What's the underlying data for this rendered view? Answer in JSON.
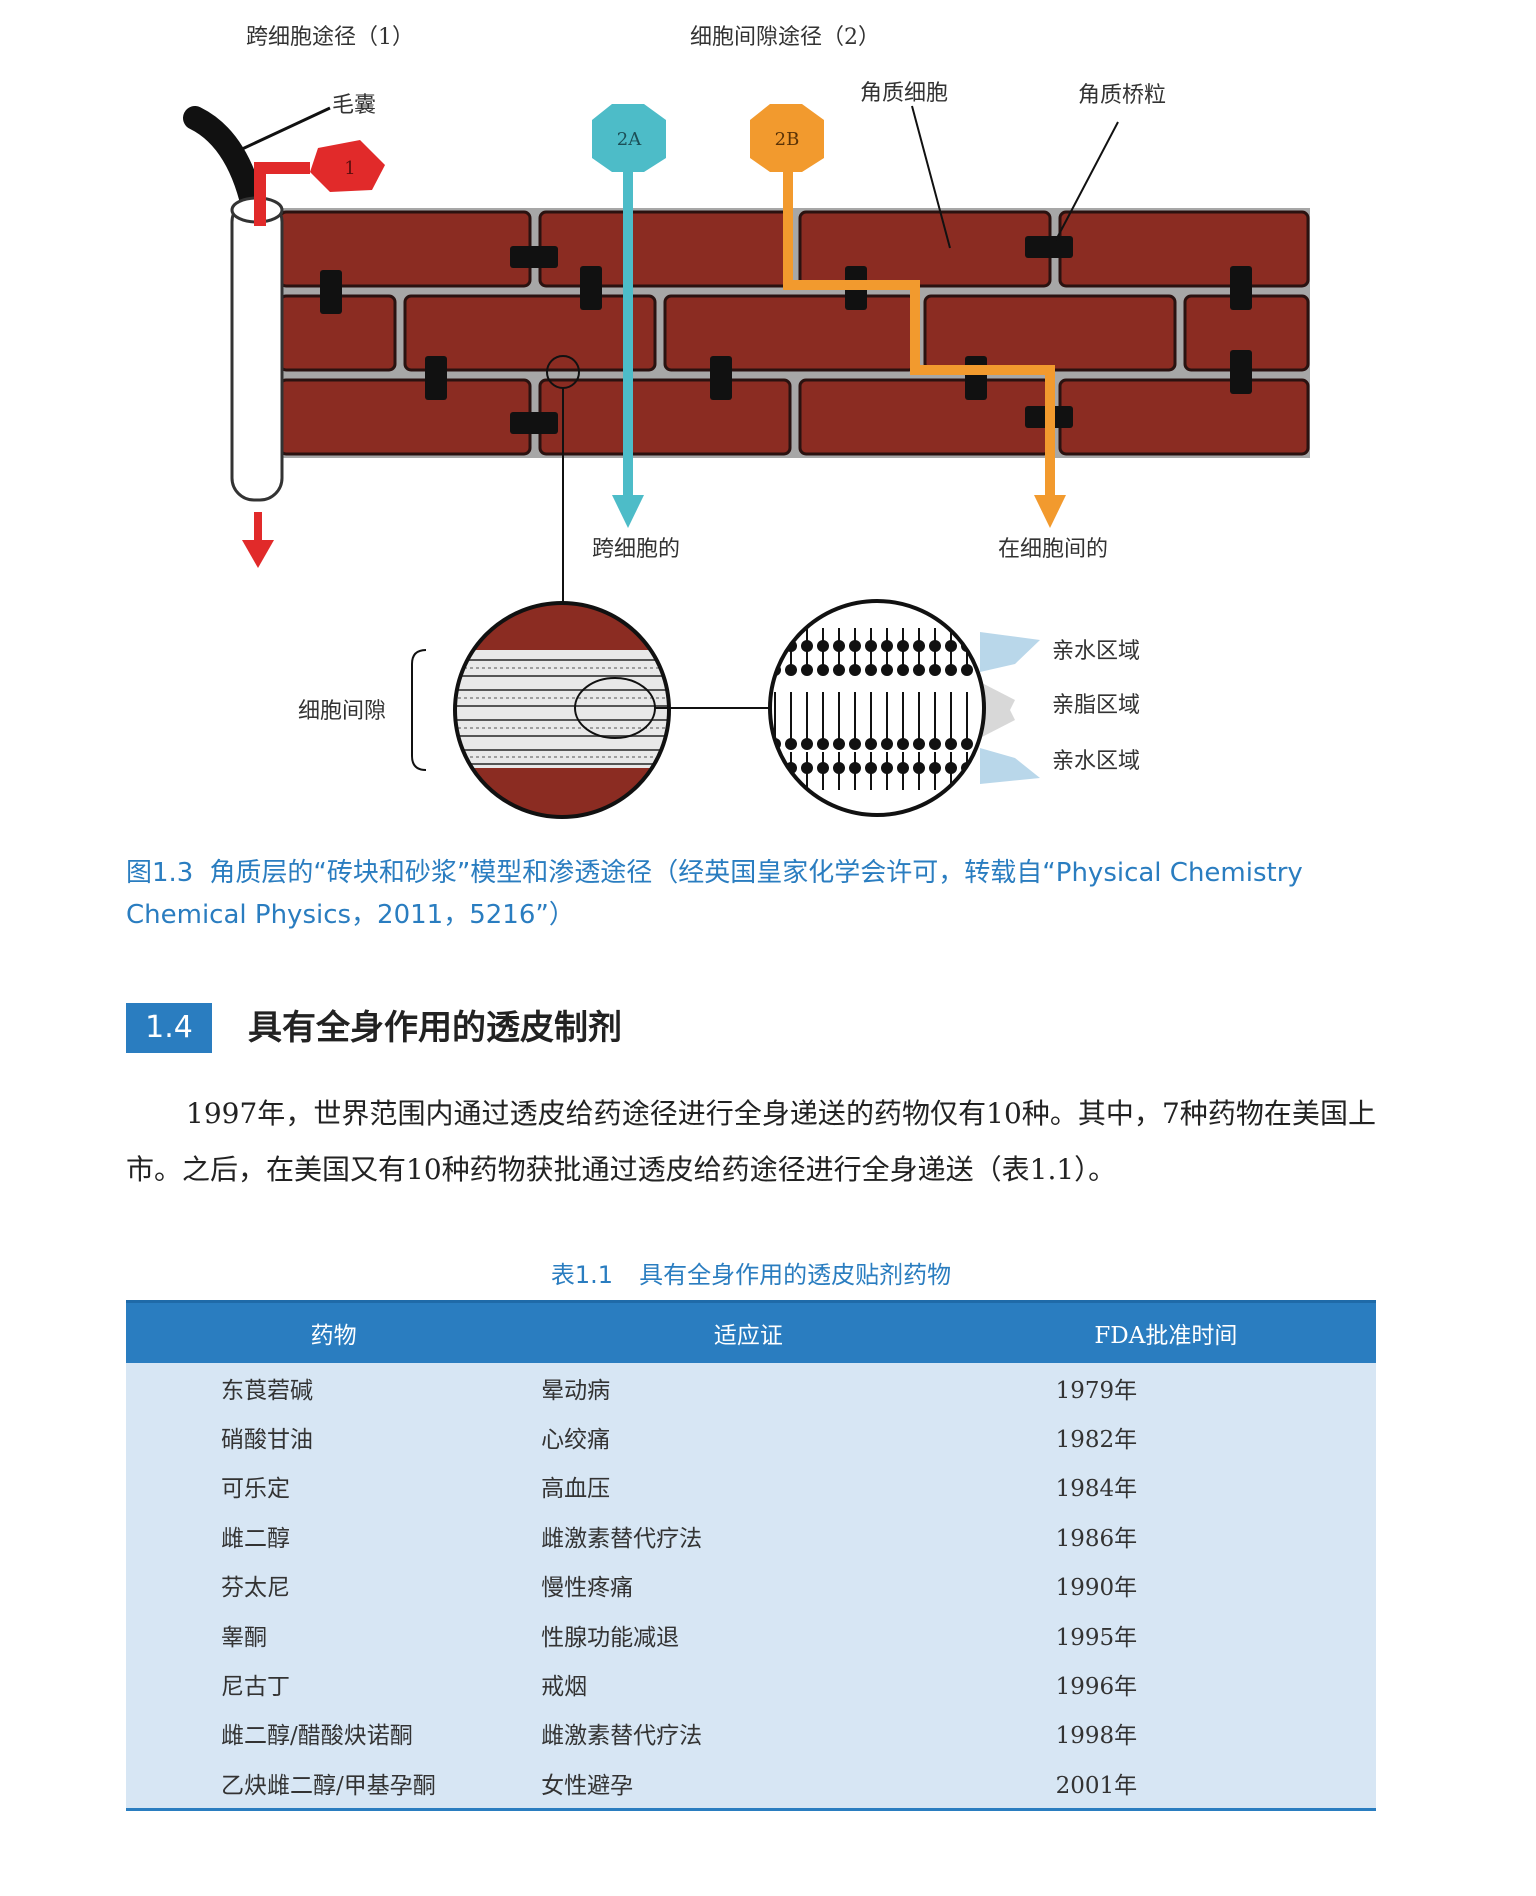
{
  "figure": {
    "top_labels": {
      "transcellular_route": "跨细胞途径（1）",
      "intercellular_route": "细胞间隙途径（2）"
    },
    "labels": {
      "hair_follicle": "毛囊",
      "corneocyte": "角质细胞",
      "corneodesmosome": "角质桥粒",
      "transcellular": "跨细胞的",
      "intercellular": "在细胞间的",
      "intercellular_space": "细胞间隙",
      "hydrophilic_region_top": "亲水区域",
      "lipophilic_region": "亲脂区域",
      "hydrophilic_region_bottom": "亲水区域"
    },
    "route_markers": {
      "route1": "1",
      "route2a": "2A",
      "route2b": "2B"
    },
    "colors": {
      "brick": "#8b2c22",
      "mortar": "#a7a7a7",
      "route1": "#e12a2a",
      "route2a": "#4dbcc8",
      "route2b": "#f29a2e",
      "hydrophilic": "#b9d7ea"
    }
  },
  "caption": {
    "number": "图1.3",
    "text": "角质层的“砖块和砂浆”模型和渗透途径（经英国皇家化学会许可，转载自“Physical Chemistry Chemical Physics，2011，5216”）"
  },
  "section": {
    "number": "1.4",
    "title": "具有全身作用的透皮制剂"
  },
  "paragraph": "1997年，世界范围内通过透皮给药途径进行全身递送的药物仅有10种。其中，7种药物在美国上市。之后，在美国又有10种药物获批通过透皮给药途径进行全身递送（表1.1）。",
  "table": {
    "number": "表1.1",
    "title": "具有全身作用的透皮贴剂药物",
    "headers": [
      "药物",
      "适应证",
      "FDA批准时间"
    ],
    "rows": [
      [
        "东莨菪碱",
        "晕动病",
        "1979年"
      ],
      [
        "硝酸甘油",
        "心绞痛",
        "1982年"
      ],
      [
        "可乐定",
        "高血压",
        "1984年"
      ],
      [
        "雌二醇",
        "雌激素替代疗法",
        "1986年"
      ],
      [
        "芬太尼",
        "慢性疼痛",
        "1990年"
      ],
      [
        "睾酮",
        "性腺功能减退",
        "1995年"
      ],
      [
        "尼古丁",
        "戒烟",
        "1996年"
      ],
      [
        "雌二醇/醋酸炔诺酮",
        "雌激素替代疗法",
        "1998年"
      ],
      [
        "乙炔雌二醇/甲基孕酮",
        "女性避孕",
        "2001年"
      ]
    ]
  }
}
